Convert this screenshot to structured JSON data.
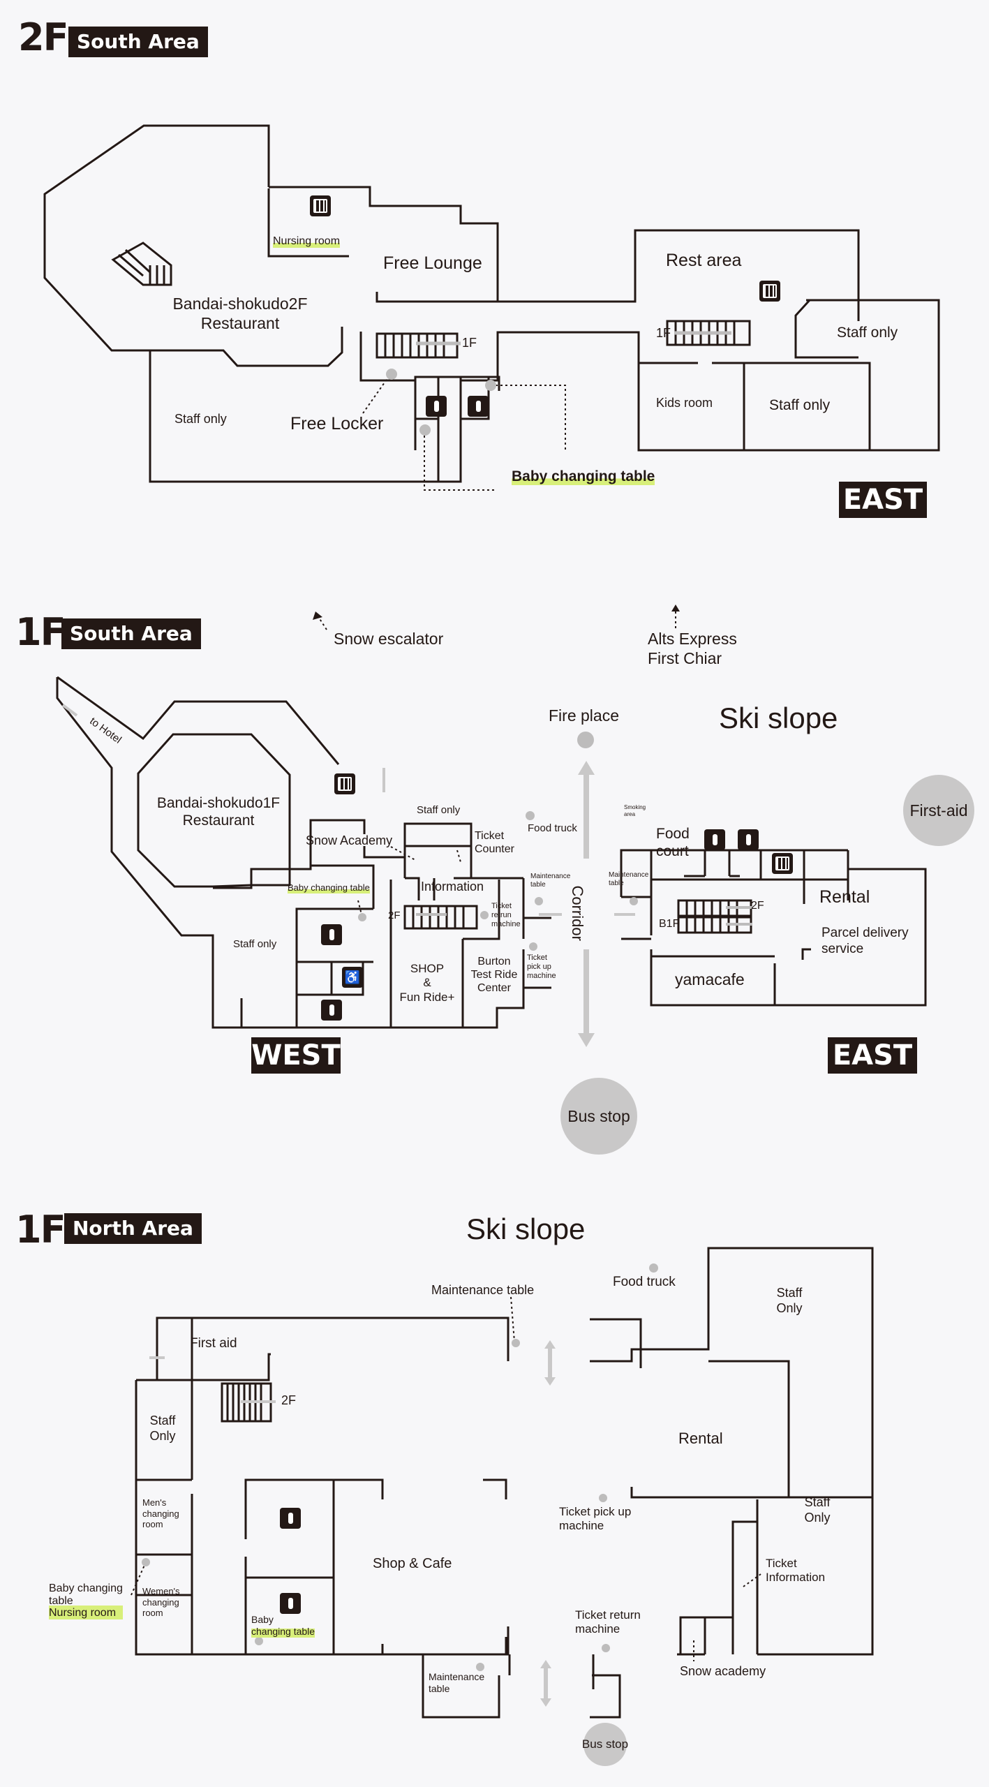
{
  "section_2f_south": {
    "floor": "2F",
    "area": "South Area",
    "direction_badge": "EAST",
    "labels": {
      "nursing_room": "Nursing room",
      "free_lounge": "Free Lounge",
      "rest_area": "Rest area",
      "restaurant": "Bandai-shokudo2F\nRestaurant",
      "staff_only_east": "Staff only",
      "stairs_1f": "1F",
      "stairs_1f_east": "1F",
      "kids_room": "Kids room",
      "staff_only_east2": "Staff only",
      "staff_only_west": "Staff only",
      "free_locker": "Free Locker",
      "baby_changing": "Baby changing table"
    }
  },
  "section_1f_south": {
    "floor": "1F",
    "area": "South Area",
    "direction_west": "WEST",
    "direction_east": "EAST",
    "labels": {
      "snow_escalator": "Snow escalator",
      "alts_express": "Alts Express\nFirst Chiar",
      "fire_place": "Fire place",
      "ski_slope": "Ski slope",
      "first_aid": "First-aid",
      "to_hotel": "to Hotel",
      "restaurant": "Bandai-shokudo1F\nRestaurant",
      "staff_only_top": "Staff only",
      "snow_academy": "Snow Academy",
      "ticket_counter": "Ticket\nCounter",
      "food_truck": "Food truck",
      "information": "Information",
      "maintenance_table_w": "Maintenance\ntable",
      "baby_changing": "Baby changing table",
      "staff_only_west": "Staff only",
      "stairs_2f": "2F",
      "ticket_return": "Ticket\nretrun\nmachine",
      "corridor": "Corridor",
      "shop": "SHOP\n&\nFun Ride+",
      "burton": "Burton\nTest Ride\nCenter",
      "ticket_pickup": "Ticket\npick up\nmachine",
      "smoking_area": "Smoking\narea",
      "maintenance_table_e": "Maintenance\ntable",
      "food_court": "Food\ncourt",
      "rental": "Rental",
      "stairs_2f_east": "2F",
      "stairs_b1f": "B1F",
      "parcel": "Parcel delivery\nservice",
      "yamacafe": "yamacafe",
      "bus_stop": "Bus stop"
    }
  },
  "section_1f_north": {
    "floor": "1F",
    "area": "North Area",
    "labels": {
      "ski_slope": "Ski slope",
      "maintenance_table_top": "Maintenance table",
      "food_truck": "Food truck",
      "staff_only_ne": "Staff\nOnly",
      "first_aid": "First aid",
      "stairs_2f": "2F",
      "staff_only_w": "Staff\nOnly",
      "rental": "Rental",
      "mens_changing": "Men's\nchanging\nroom",
      "ticket_pickup": "Ticket pick up\nmachine",
      "staff_only_e": "Staff\nOnly",
      "shop_cafe": "Shop & Cafe",
      "ticket_information": "Ticket\nInformation",
      "baby_changing_nursing": "Baby changing\ntable\nNursing room",
      "womens_changing": "Wemen's\nchanging\nroom",
      "baby_changing_2": "Baby\nchanging table",
      "ticket_return": "Ticket return\nmachine",
      "snow_academy": "Snow academy",
      "maintenance_table_bottom": "Maintenance\ntable",
      "bus_stop": "Bus stop"
    }
  },
  "colors": {
    "ink": "#231815",
    "highlight": "#d8ef7a",
    "grey": "#c9c8c8",
    "background": "#f7f7f9"
  }
}
